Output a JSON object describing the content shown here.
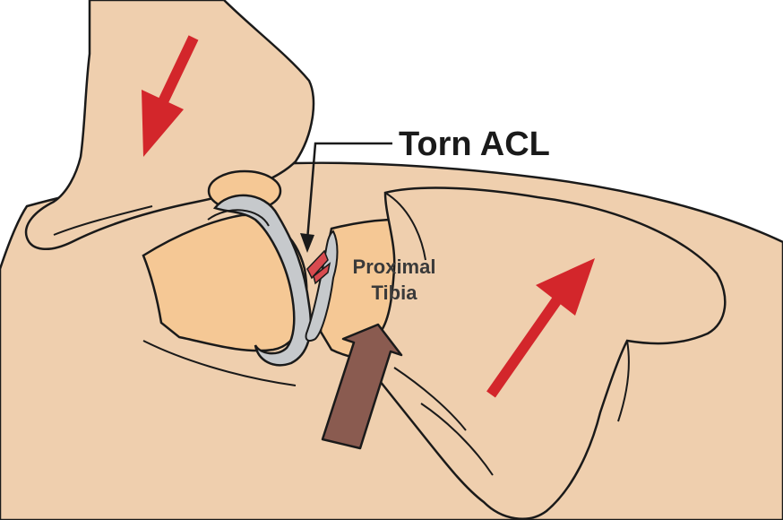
{
  "labels": {
    "torn_acl": "Torn ACL",
    "tibia_line1": "Proximal",
    "tibia_line2": "Tibia"
  },
  "colors": {
    "skin": "#efcfae",
    "bone": "#f5c895",
    "meniscus": "#c6c9cc",
    "outline": "#1a1a1a",
    "force_arrow": "#d3262b",
    "tibia_arrow": "#8a5b50",
    "torn_ligament": "#d84a4f"
  },
  "icons": [
    "red-force-arrow-down",
    "red-force-arrow-up",
    "brown-tibia-translation-arrow"
  ]
}
